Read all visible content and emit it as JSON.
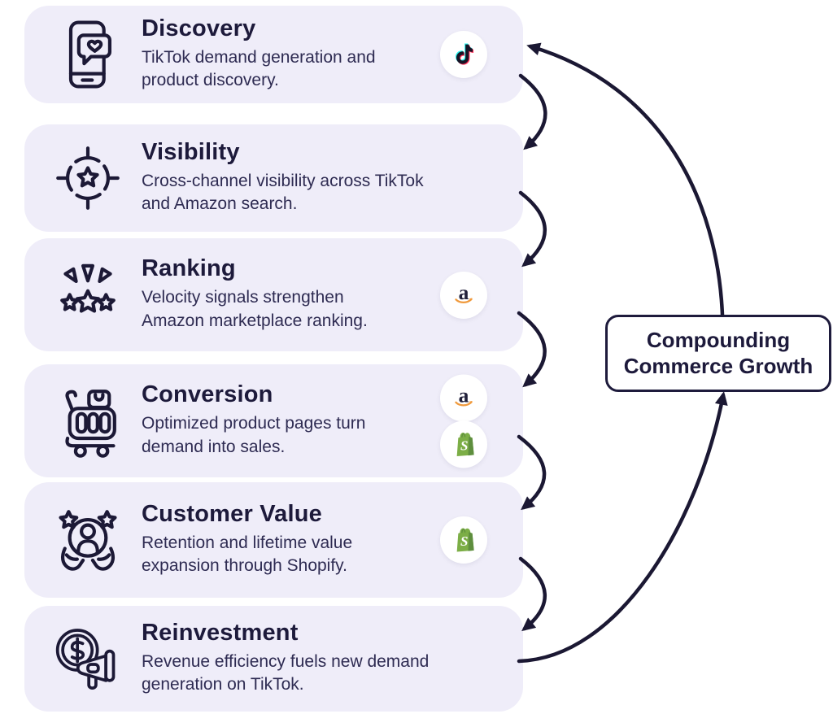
{
  "diagram": {
    "cards": [
      {
        "title": "Discovery",
        "description": "TikTok demand generation and\nproduct discovery.",
        "icon": "phone-heart-icon",
        "brands": [
          "tiktok"
        ]
      },
      {
        "title": "Visibility",
        "description": "Cross-channel visibility across TikTok\nand Amazon search.",
        "icon": "target-star-icon",
        "brands": []
      },
      {
        "title": "Ranking",
        "description": "Velocity signals strengthen\nAmazon marketplace ranking.",
        "icon": "stars-burst-icon",
        "brands": [
          "amazon"
        ]
      },
      {
        "title": "Conversion",
        "description": "Optimized product pages turn\ndemand into sales.",
        "icon": "shopping-cart-icon",
        "brands": [
          "amazon",
          "shopify"
        ]
      },
      {
        "title": "Customer Value",
        "description": "Retention and lifetime value\nexpansion through Shopify.",
        "icon": "customer-care-icon",
        "brands": [
          "shopify"
        ]
      },
      {
        "title": "Reinvestment",
        "description": "Revenue efficiency fuels new demand\ngeneration on TikTok.",
        "icon": "coin-megaphone-icon",
        "brands": []
      }
    ],
    "node": {
      "line1": "Compounding",
      "line2": "Commerce Growth"
    }
  },
  "colors": {
    "card_bg": "#EFEDF9",
    "ink": "#1D1A3B",
    "description": "#2E2B52",
    "arrow_line": "#1B1833",
    "amazon_orange": "#F09A3D",
    "shopify_green": "#7CAE46",
    "shopify_green_dark": "#5E8E3E",
    "tiktok_cyan": "#25F4EE",
    "tiktok_red": "#FE2C55"
  }
}
